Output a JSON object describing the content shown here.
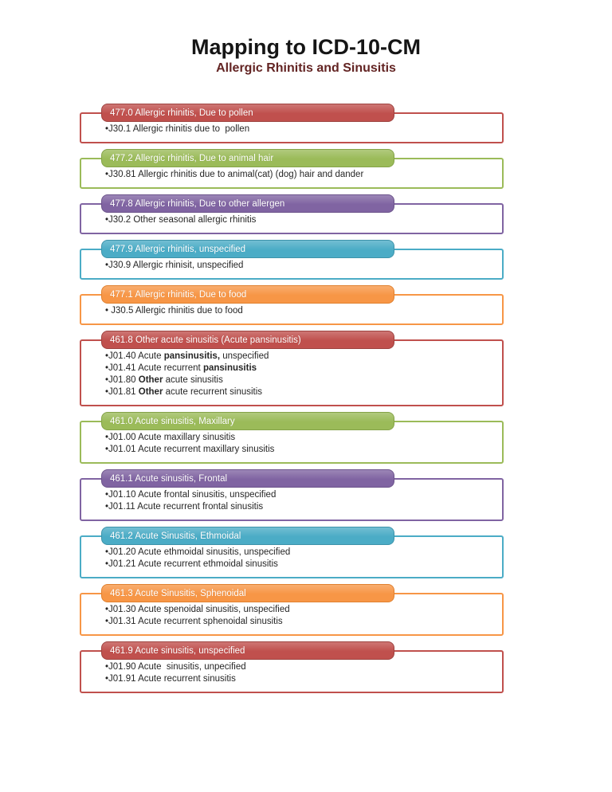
{
  "page": {
    "title": "Mapping to ICD-10-CM",
    "subtitle": "Allergic Rhinitis and Sinusitis"
  },
  "colors": {
    "red": {
      "fill": "#C0504D",
      "border": "#9E4340"
    },
    "green": {
      "fill": "#9BBB59",
      "border": "#84A348"
    },
    "purple": {
      "fill": "#8064A2",
      "border": "#6C548B"
    },
    "teal": {
      "fill": "#4BACC6",
      "border": "#3D93AA"
    },
    "orange": {
      "fill": "#F79646",
      "border": "#E0812F"
    }
  },
  "sections": [
    {
      "header": "477.0 Allergic rhinitis, Due to pollen",
      "color": "red",
      "items": [
        [
          {
            "t": "•J30.1 Allergic rhinitis due to  pollen",
            "b": false
          }
        ]
      ]
    },
    {
      "header": "477.2 Allergic rhinitis, Due to animal hair",
      "color": "green",
      "items": [
        [
          {
            "t": "•J30.81 Allergic rhinitis due to animal(cat) (dog) hair and dander",
            "b": false
          }
        ]
      ]
    },
    {
      "header": "477.8 Allergic rhinitis, Due to other allergen",
      "color": "purple",
      "items": [
        [
          {
            "t": "•J30.2 Other seasonal allergic rhinitis",
            "b": false
          }
        ]
      ]
    },
    {
      "header": "477.9 Allergic rhinitis, unspecified",
      "color": "teal",
      "items": [
        [
          {
            "t": "•J30.9 Allergic rhinisit, unspecified",
            "b": false
          }
        ]
      ]
    },
    {
      "header": "477.1 Allergic rhinitis, Due to food",
      "color": "orange",
      "items": [
        [
          {
            "t": "• J30.5 Allergic rhinitis due to food",
            "b": false
          }
        ]
      ]
    },
    {
      "header": "461.8 Other acute sinusitis (Acute pansinusitis)",
      "color": "red",
      "items": [
        [
          {
            "t": "•J01.40 Acute ",
            "b": false
          },
          {
            "t": "pansinusitis,",
            "b": true
          },
          {
            "t": " unspecified",
            "b": false
          }
        ],
        [
          {
            "t": "•J01.41 Acute recurrent ",
            "b": false
          },
          {
            "t": "pansinusitis",
            "b": true
          }
        ],
        [
          {
            "t": "•J01.80 ",
            "b": false
          },
          {
            "t": "Other",
            "b": true
          },
          {
            "t": " acute sinusitis",
            "b": false
          }
        ],
        [
          {
            "t": "•J01.81 ",
            "b": false
          },
          {
            "t": "Other",
            "b": true
          },
          {
            "t": " acute recurrent sinusitis",
            "b": false
          }
        ]
      ]
    },
    {
      "header": "461.0 Acute sinusitis, Maxillary",
      "color": "green",
      "items": [
        [
          {
            "t": "•J01.00 Acute maxillary sinusitis",
            "b": false
          }
        ],
        [
          {
            "t": "•J01.01 Acute recurrent maxillary sinusitis",
            "b": false
          }
        ]
      ]
    },
    {
      "header": "461.1 Acute sinusitis, Frontal",
      "color": "purple",
      "items": [
        [
          {
            "t": "•J01.10 Acute frontal sinusitis, unspecified",
            "b": false
          }
        ],
        [
          {
            "t": "•J01.11 Acute recurrent frontal sinusitis",
            "b": false
          }
        ]
      ]
    },
    {
      "header": "461.2 Acute Sinusitis, Ethmoidal",
      "color": "teal",
      "items": [
        [
          {
            "t": "•J01.20 Acute ethmoidal sinusitis, unspecified",
            "b": false
          }
        ],
        [
          {
            "t": "•J01.21 Acute recurrent ethmoidal sinusitis",
            "b": false
          }
        ]
      ]
    },
    {
      "header": "461.3 Acute Sinusitis, Sphenoidal",
      "color": "orange",
      "items": [
        [
          {
            "t": "•J01.30 Acute spenoidal sinusitis, unspecified",
            "b": false
          }
        ],
        [
          {
            "t": "•J01.31 Acute recurrent sphenoidal sinusitis",
            "b": false
          }
        ]
      ]
    },
    {
      "header": "461.9 Acute sinusitis, unspecified",
      "color": "red",
      "items": [
        [
          {
            "t": "•J01.90 Acute  sinusitis, unpecified",
            "b": false
          }
        ],
        [
          {
            "t": "•J01.91 Acute recurrent sinusitis",
            "b": false
          }
        ]
      ]
    }
  ]
}
